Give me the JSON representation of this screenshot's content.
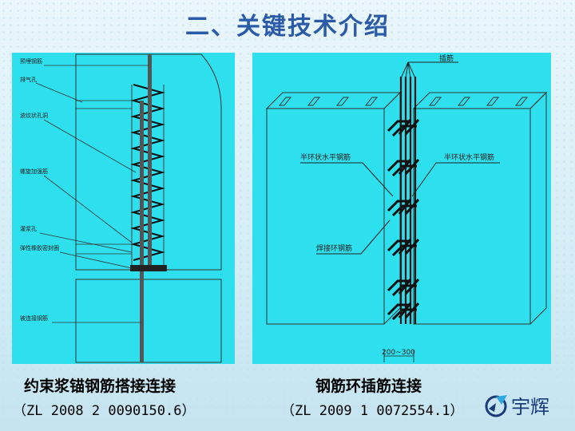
{
  "title": "二、关键技术介绍",
  "left_diagram": {
    "labels": [
      "预埋钢筋",
      "排气孔",
      "波纹状孔洞",
      "螺旋加强筋",
      "灌浆孔",
      "弹性橡胶密封圈",
      "被连接钢筋"
    ],
    "caption": "约束浆锚钢筋搭接连接",
    "patent": "（ZL 2008 2 0090150.6）"
  },
  "right_diagram": {
    "labels": {
      "insert_bar": "插筋",
      "half_ring_left": "半环状水平钢筋",
      "half_ring_right": "半环状水平钢筋",
      "welded_ring": "焊接环钢筋",
      "dimension": "200~300"
    },
    "caption": "钢筋环插筋连接",
    "patent": "（ZL 2009 1 0072554.1）"
  },
  "logo": {
    "text": "宇辉",
    "icon": "yuhui-logo-icon"
  },
  "colors": {
    "panel": "#2ee0ed",
    "title": "#2a5aa8"
  }
}
